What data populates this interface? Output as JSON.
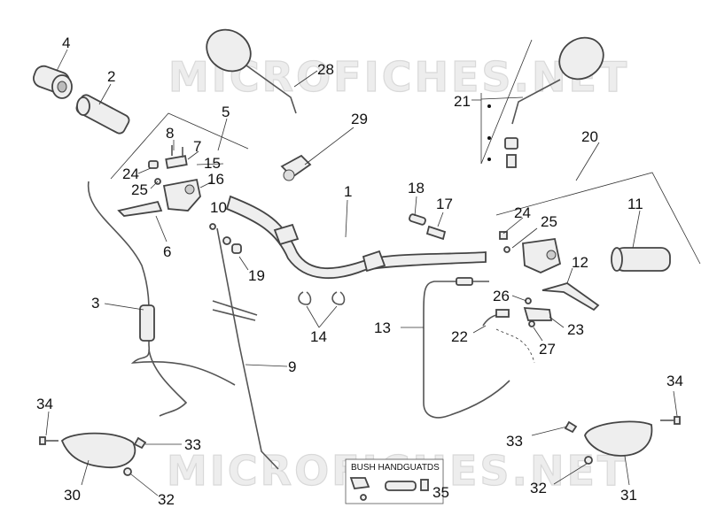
{
  "watermark": "MICROFICHES.NET",
  "inset_box": {
    "title": "BUSH HANDGUATDS",
    "callout": "35"
  },
  "callouts": [
    "1",
    "2",
    "3",
    "4",
    "5",
    "6",
    "7",
    "8",
    "9",
    "10",
    "11",
    "12",
    "13",
    "14",
    "15",
    "16",
    "17",
    "18",
    "19",
    "20",
    "21",
    "22",
    "23",
    "24",
    "25",
    "26",
    "27",
    "28",
    "29",
    "30",
    "31",
    "32",
    "33",
    "34"
  ],
  "callouts_repeat": {
    "p24b": "24",
    "p25b": "25",
    "p32b": "32",
    "p33b": "33",
    "p34b": "34"
  }
}
